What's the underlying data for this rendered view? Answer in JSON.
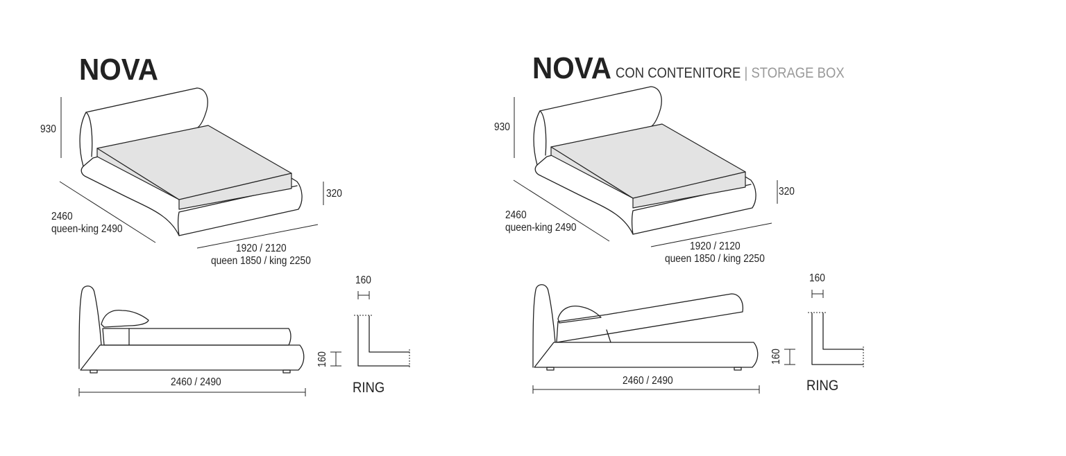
{
  "left": {
    "title": "NOVA",
    "height_dim": "930",
    "base_height_dim": "320",
    "length_dim": "2460",
    "length_alt_dim": "queen-king 2490",
    "width_dim": "1920 / 2120",
    "width_alt_dim": "queen 1850 / king 2250",
    "side_length_dim": "2460 / 2490",
    "ring_top_dim": "160",
    "ring_side_dim": "160",
    "ring_label": "RING"
  },
  "right": {
    "title": "NOVA",
    "subtitle_it": "CON CONTENITORE",
    "subtitle_sep": "|",
    "subtitle_en": "STORAGE BOX",
    "height_dim": "930",
    "base_height_dim": "320",
    "length_dim": "2460",
    "length_alt_dim": "queen-king 2490",
    "width_dim": "1920 / 2120",
    "width_alt_dim": "queen 1850 / king 2250",
    "side_length_dim": "2460 / 2490",
    "ring_top_dim": "160",
    "ring_side_dim": "160",
    "ring_label": "RING"
  },
  "colors": {
    "line": "#222222",
    "mattress_fill": "#e3e3e3",
    "subtitle_grey": "#999999"
  }
}
